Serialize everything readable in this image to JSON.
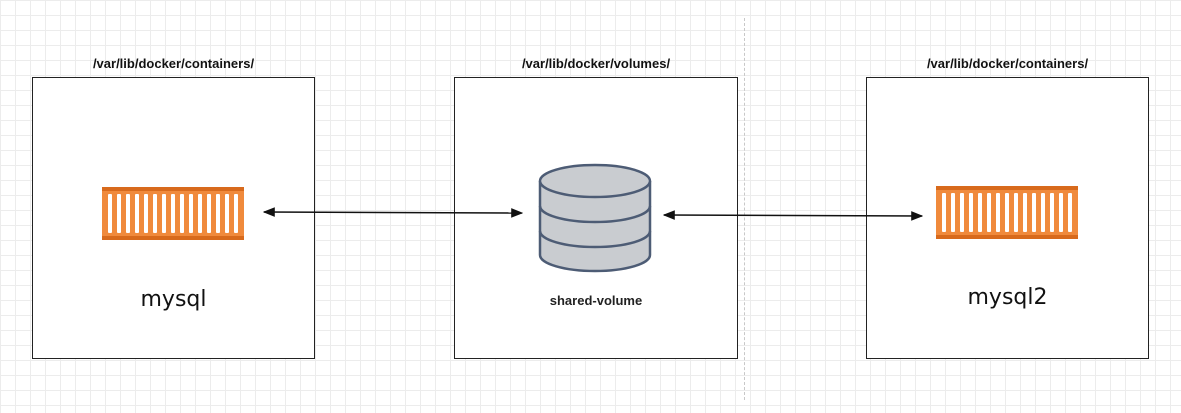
{
  "containers": {
    "left": {
      "path": "/var/lib/docker/containers/",
      "name": "mysql"
    },
    "right": {
      "path": "/var/lib/docker/containers/",
      "name": "mysql2"
    }
  },
  "volume": {
    "path": "/var/lib/docker/volumes/",
    "name": "shared-volume"
  },
  "colors": {
    "container_fill": "#f08a3c",
    "container_dark": "#d86a1c",
    "db_fill": "#c9ccd0",
    "db_stroke": "#4d5c75"
  },
  "icons": {
    "container": "shipping-container-icon",
    "volume": "database-icon"
  }
}
